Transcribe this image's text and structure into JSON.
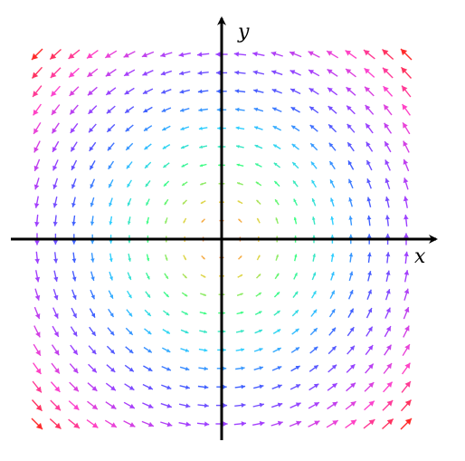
{
  "figure": {
    "type": "vector-field",
    "rotation": "counterclockwise",
    "grid": {
      "min": -10,
      "max": 10,
      "step": 1
    },
    "color_scale": [
      "#ff2a2a",
      "#ff44cc",
      "#a040ff",
      "#4060ff",
      "#30d0ff",
      "#40ff80",
      "#f0d040",
      "#ff6060"
    ]
  },
  "axes": {
    "x_label": "x",
    "y_label": "y",
    "color": "#000000"
  }
}
